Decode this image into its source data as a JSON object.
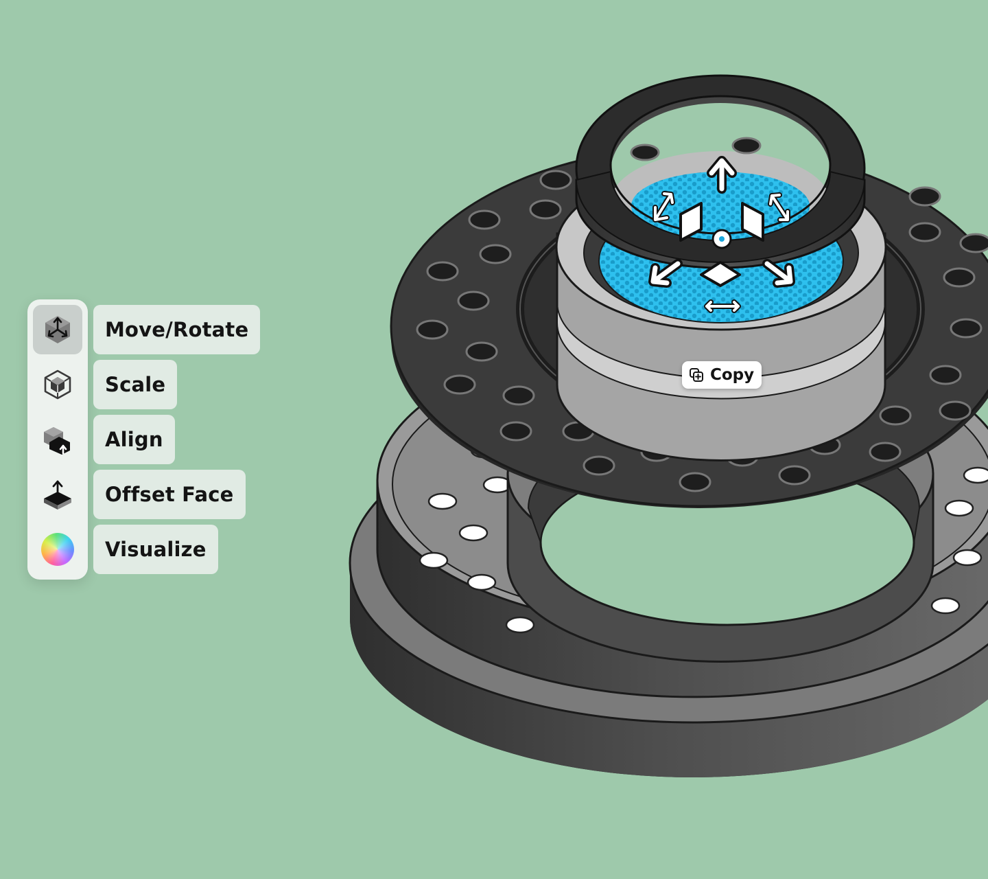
{
  "tools": [
    {
      "label": "Move/Rotate",
      "icon": "move-rotate-icon",
      "active": true
    },
    {
      "label": "Scale",
      "icon": "scale-icon",
      "active": false
    },
    {
      "label": "Align",
      "icon": "align-icon",
      "active": false
    },
    {
      "label": "Offset Face",
      "icon": "offset-face-icon",
      "active": false
    },
    {
      "label": "Visualize",
      "icon": "visualize-icon",
      "active": false
    }
  ],
  "copy_button": {
    "label": "Copy",
    "icon": "copy-icon"
  },
  "colors": {
    "background": "#9ec9ab",
    "part_dark": "#3a3a3a",
    "part_mid": "#8a8a8a",
    "filter_blue": "#22b8e8"
  }
}
